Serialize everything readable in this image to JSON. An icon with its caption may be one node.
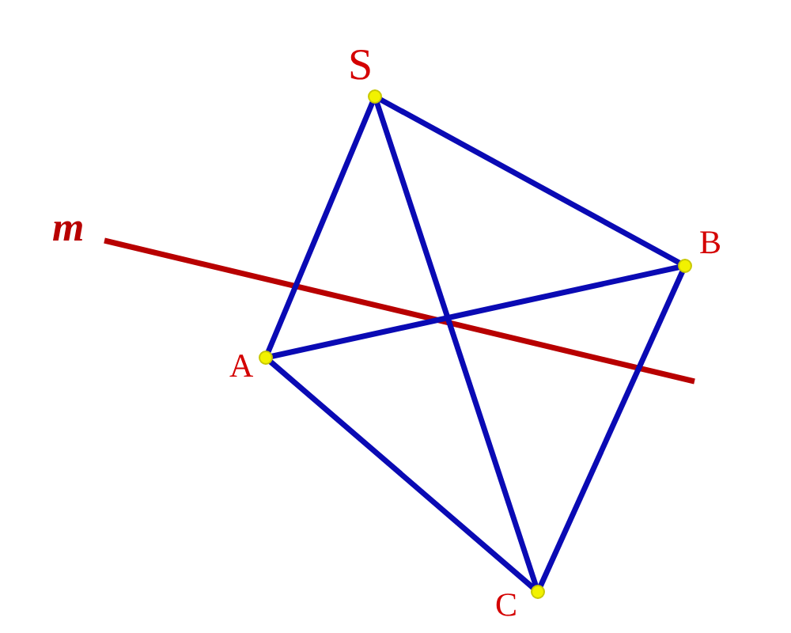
{
  "diagram": {
    "nodes": [
      {
        "text": [
          "S"
        ]
      },
      {
        "text": [
          "A"
        ]
      },
      {
        "text": [
          "B"
        ]
      },
      {
        "text": [
          "C"
        ]
      }
    ],
    "edges": [
      {
        "from": 0,
        "to": 1,
        "arrow": "none"
      },
      {
        "from": 0,
        "to": 2,
        "arrow": "none"
      },
      {
        "from": 0,
        "to": 3,
        "arrow": "none"
      },
      {
        "from": 1,
        "to": 2,
        "arrow": "none"
      },
      {
        "from": 1,
        "to": 3,
        "arrow": "none"
      },
      {
        "from": 2,
        "to": 3,
        "arrow": "none"
      }
    ],
    "labels": [
      "m"
    ]
  }
}
